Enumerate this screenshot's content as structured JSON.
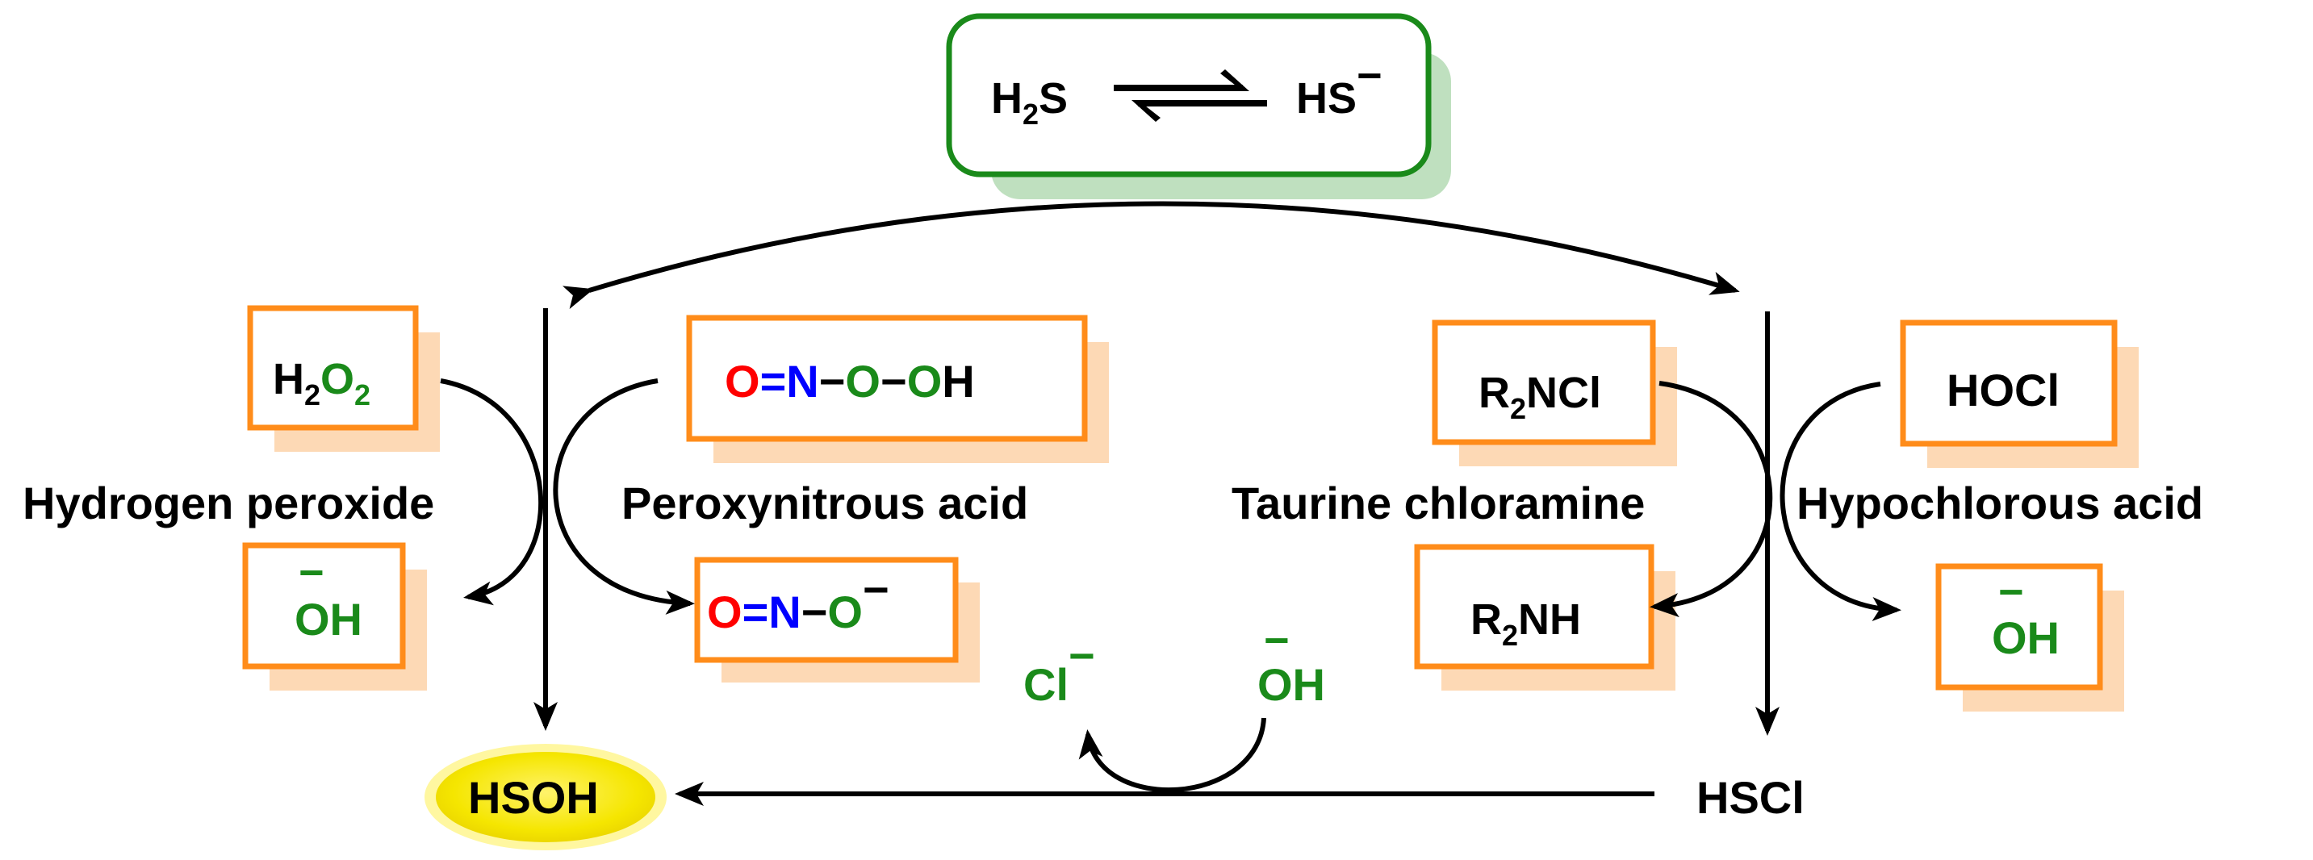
{
  "colors": {
    "black": "#000000",
    "orange_border": "#ff8c1a",
    "orange_shadow": "#fdd9b5",
    "green_border": "#1a8a1a",
    "green_shadow": "#bfe0bf",
    "green_text": "#1a8a1a",
    "red_text": "#ff0000",
    "blue_text": "#0000ff",
    "yellow_fill": "#f5e600",
    "yellow_glow": "#fff7a0"
  },
  "equilibrium": {
    "left": {
      "main": "H",
      "sub": "2",
      "tail": "S"
    },
    "right": {
      "main": "HS",
      "charge": "−"
    }
  },
  "species": {
    "h2o2": {
      "p1": "H",
      "s1": "2",
      "p2": "O",
      "s2": "2"
    },
    "h2o2_label": "Hydrogen peroxide",
    "oh_left": {
      "charge": "−",
      "text": "OH"
    },
    "peroxynitrous": {
      "o1": "O",
      "eq": "=",
      "n": "N",
      "dash1": "−",
      "o2": "O",
      "dash2": "−",
      "o3": "O",
      "h": "H"
    },
    "peroxynitrous_label": "Peroxynitrous acid",
    "peroxynitrite": {
      "o1": "O",
      "eq": "=",
      "n": "N",
      "dash": "−",
      "o2": "O",
      "charge": "−"
    },
    "r2ncl": {
      "r": "R",
      "sub": "2",
      "tail": "NCl"
    },
    "taurine_label": "Taurine chloramine",
    "r2nh": {
      "r": "R",
      "sub": "2",
      "tail": "NH"
    },
    "hocl": "HOCl",
    "hocl_label": "Hypochlorous acid",
    "oh_right": {
      "charge": "−",
      "text": "OH"
    },
    "cl": {
      "text": "Cl",
      "charge": "−"
    },
    "oh_bottom": {
      "charge": "−",
      "text": "OH"
    },
    "hsoh": "HSOH",
    "hscl": "HSCl"
  }
}
